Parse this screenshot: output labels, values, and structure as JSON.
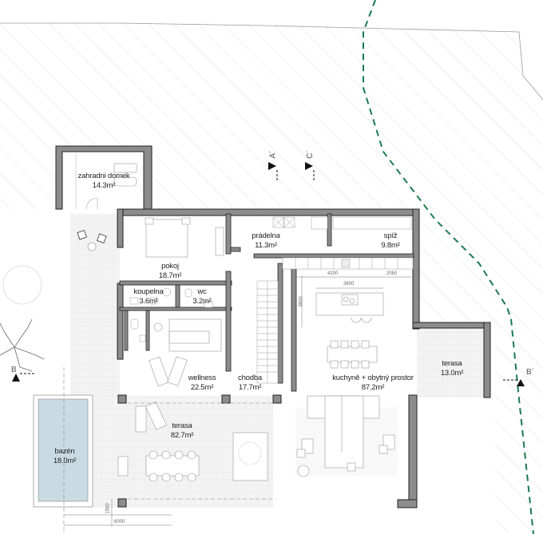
{
  "plan": {
    "type": "architectural floor plan",
    "colors": {
      "wall": "#8c8c8c",
      "wall_outline": "#222222",
      "pool_water": "#c9dbe2",
      "paving": "#f1f1f1",
      "hatch": "#d6d6d6",
      "boundary_line": "#1a7a4f"
    },
    "rooms": [
      {
        "id": "zahradni-domek",
        "name": "zahradni domek",
        "area": "14.3m²"
      },
      {
        "id": "pokoj",
        "name": "pokoj",
        "area": "18.7m²"
      },
      {
        "id": "pradelna",
        "name": "prádelna",
        "area": "11.3m²"
      },
      {
        "id": "spiz",
        "name": "spíž",
        "area": "9.8m²"
      },
      {
        "id": "koupelna",
        "name": "koupelna",
        "area": "3.6m²"
      },
      {
        "id": "wc",
        "name": "wc",
        "area": "3.2m²"
      },
      {
        "id": "wellness",
        "name": "wellness",
        "area": "22.5m²"
      },
      {
        "id": "chodba",
        "name": "chodba",
        "area": "17.7m²"
      },
      {
        "id": "kuchyne",
        "name": "kuchyně + obytný prostor",
        "area": "87.2m²"
      },
      {
        "id": "terasa-east",
        "name": "terasa",
        "area": "13.0m²"
      },
      {
        "id": "terasa-south",
        "name": "terasa",
        "area": "82.7m²"
      },
      {
        "id": "bazen",
        "name": "bazén",
        "area": "18.0m²"
      }
    ],
    "dimensions": {
      "kitchen_width_1": "4200",
      "kitchen_width_2": "2050",
      "island_length": "3600",
      "kitchen_depth": "3600",
      "offset_small": "1500",
      "bottom_width": "6000"
    },
    "section_marks": {
      "a": "A´",
      "c": "C´",
      "b_left": "B",
      "b_right": "B´"
    }
  }
}
